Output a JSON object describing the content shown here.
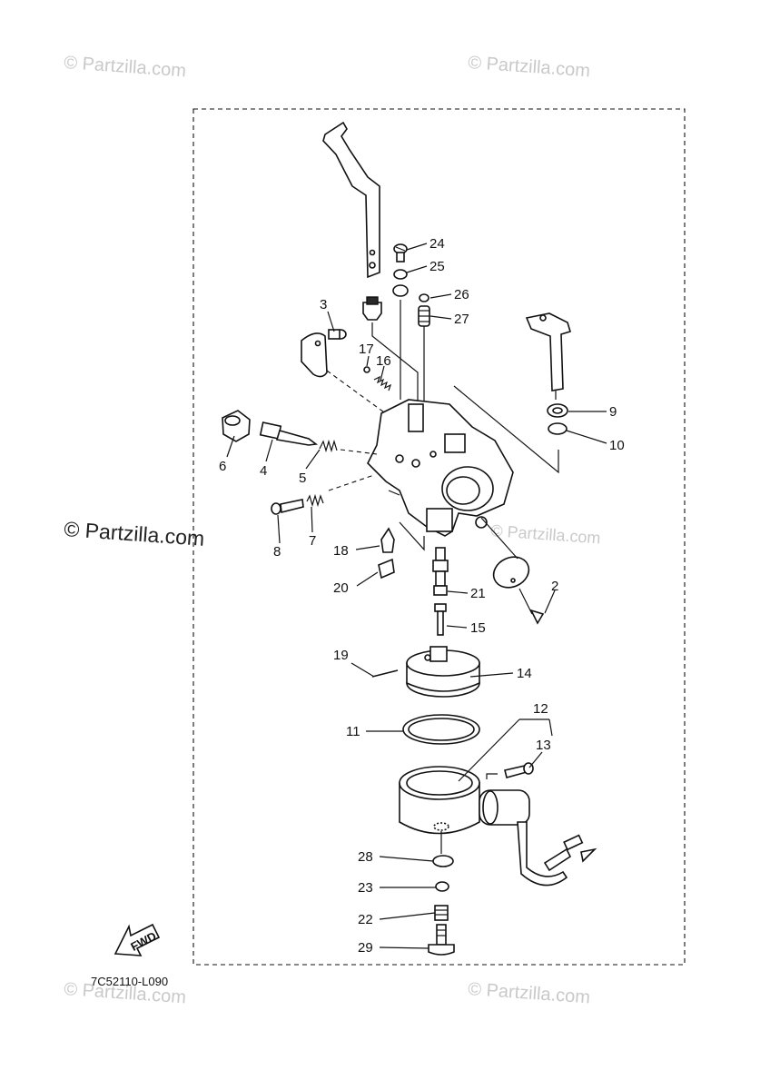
{
  "watermarks": {
    "corner": "© Partzilla.com",
    "side": "© Partzilla.com"
  },
  "diagram_code": "7C52110-L090",
  "fwd_label": "FWD",
  "callouts": {
    "c2": "2",
    "c3": "3",
    "c4": "4",
    "c5": "5",
    "c6": "6",
    "c7": "7",
    "c8": "8",
    "c9": "9",
    "c10": "10",
    "c11": "11",
    "c12": "12",
    "c13": "13",
    "c14": "14",
    "c15": "15",
    "c16": "16",
    "c17": "17",
    "c18": "18",
    "c19": "19",
    "c20": "20",
    "c21": "21",
    "c22": "22",
    "c23": "23",
    "c24": "24",
    "c25": "25",
    "c26": "26",
    "c27": "27",
    "c28": "28",
    "c29": "29"
  }
}
